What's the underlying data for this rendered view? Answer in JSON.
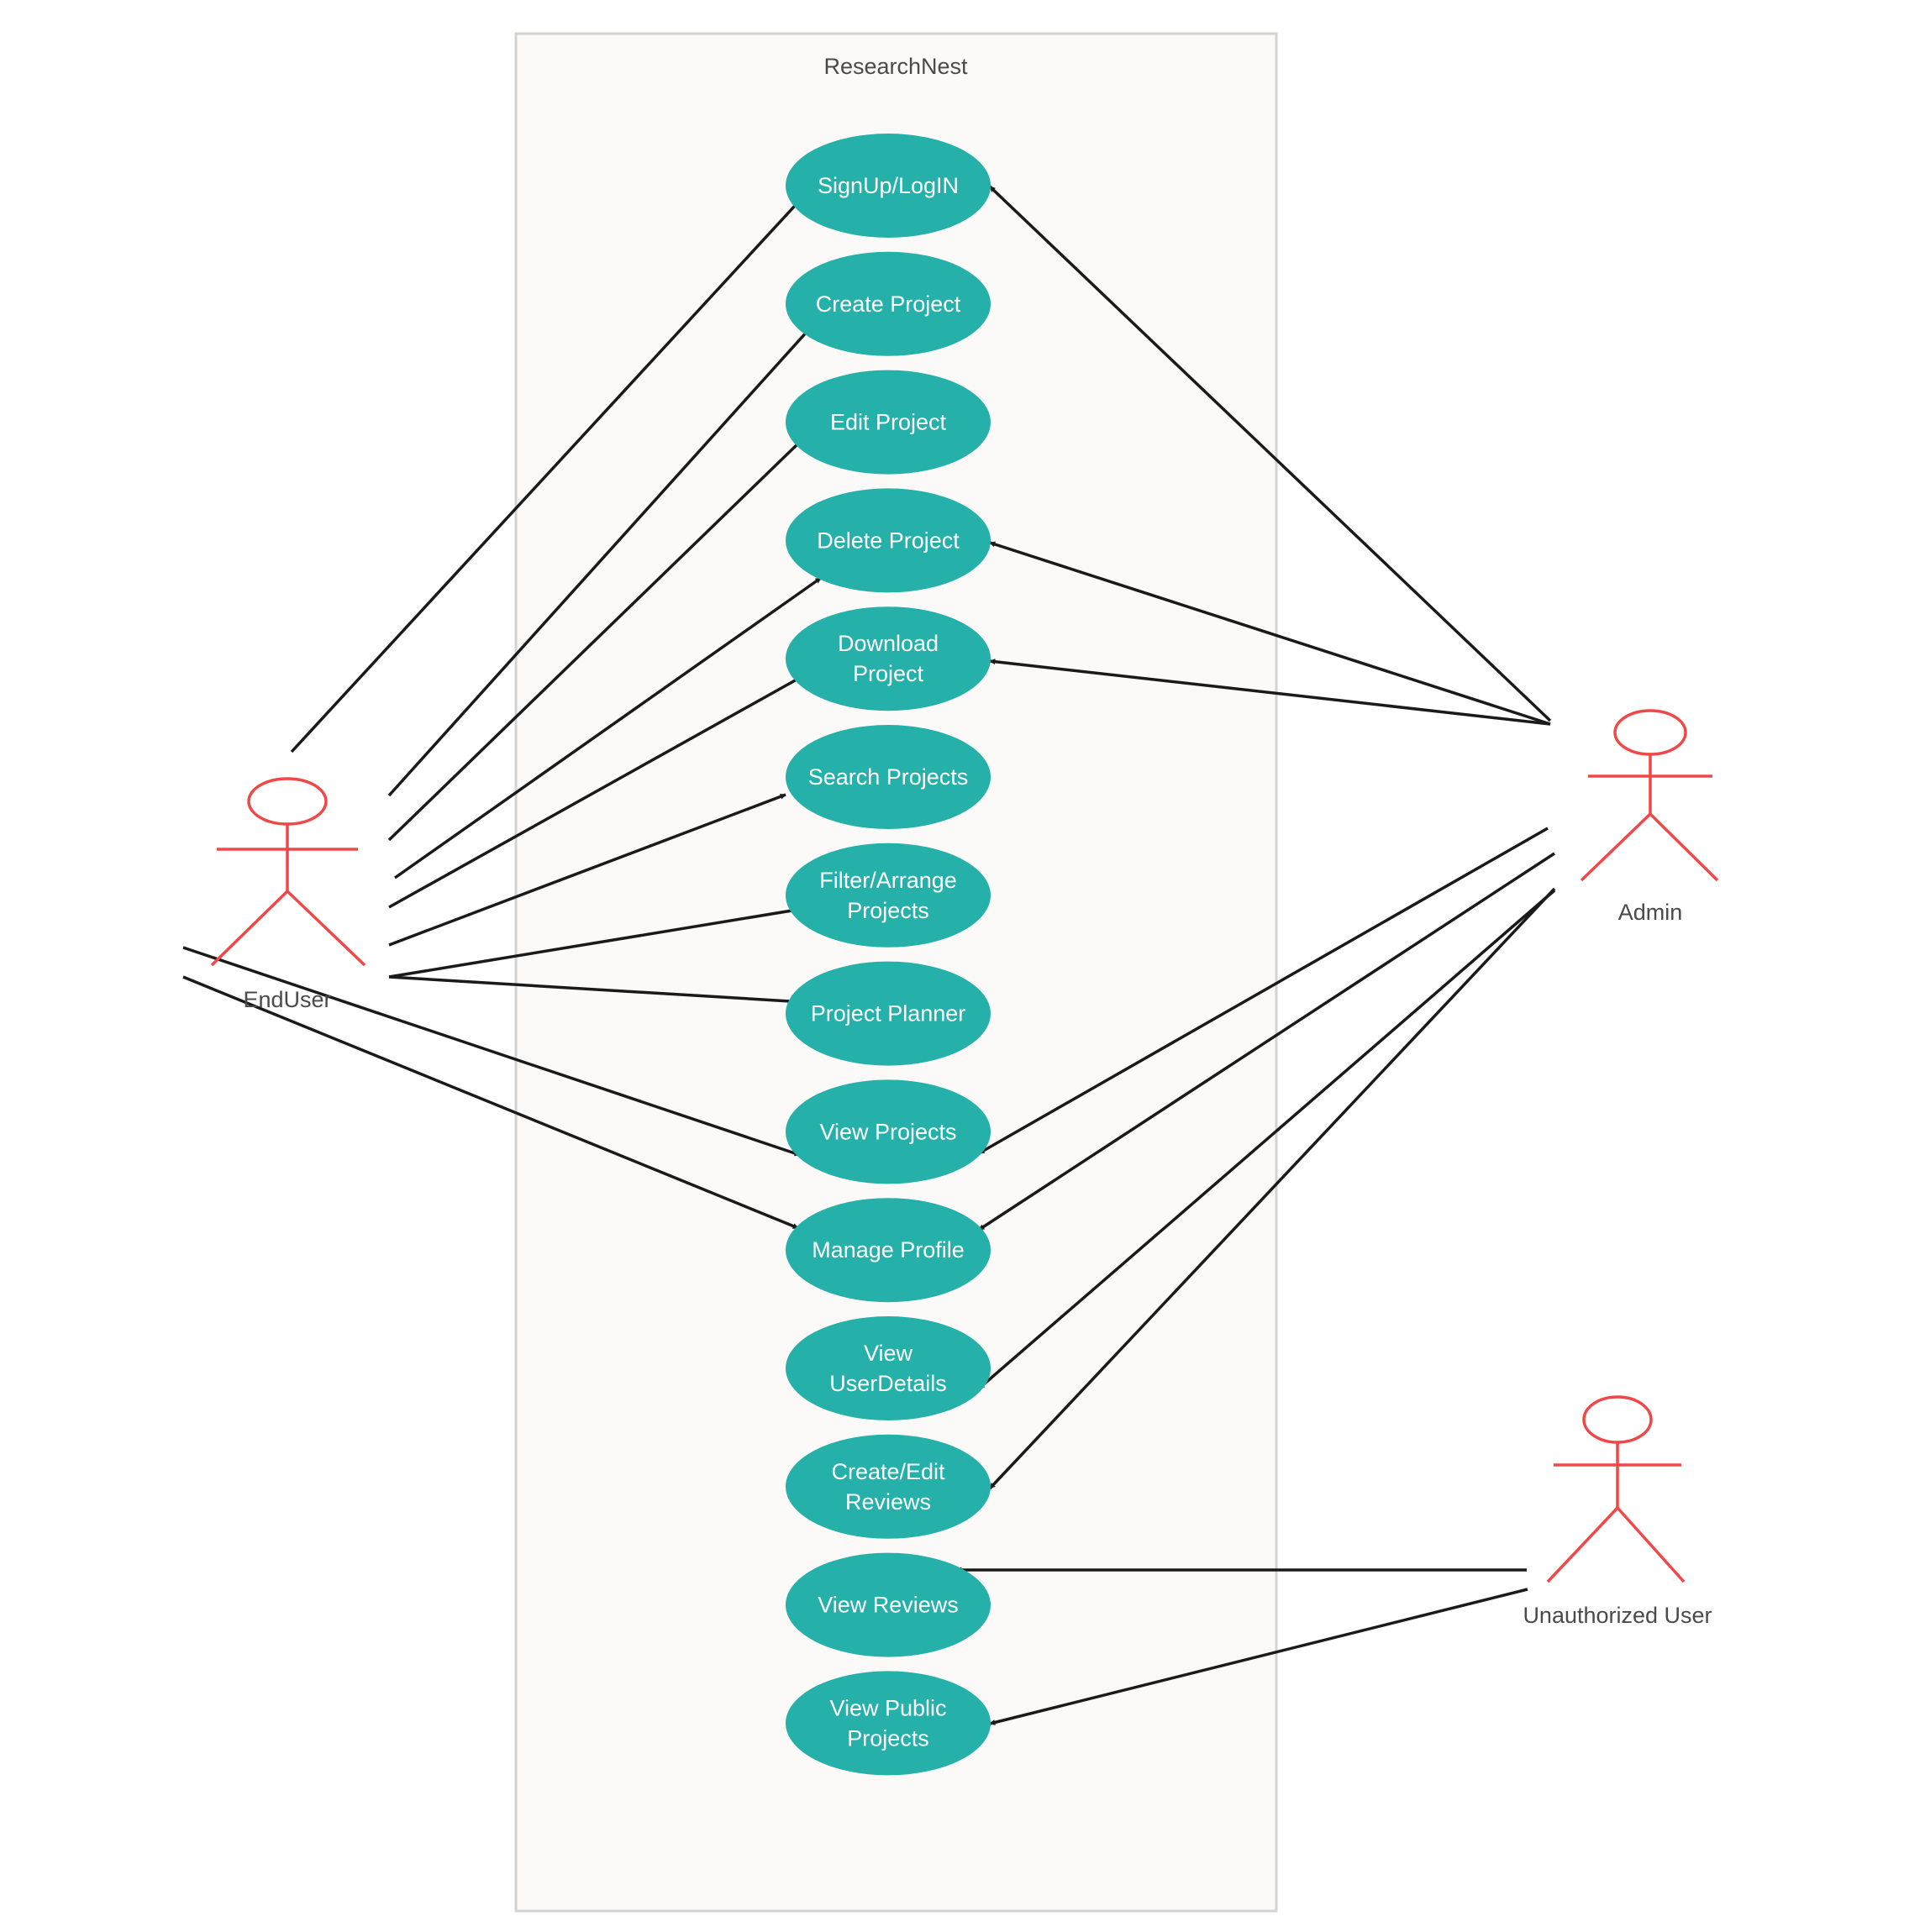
{
  "system": {
    "title": "ResearchNest"
  },
  "use_cases": [
    {
      "id": "signup",
      "lines": [
        "SignUp/LogIN"
      ]
    },
    {
      "id": "create_project",
      "lines": [
        "Create Project"
      ]
    },
    {
      "id": "edit_project",
      "lines": [
        "Edit Project"
      ]
    },
    {
      "id": "delete_project",
      "lines": [
        "Delete Project"
      ]
    },
    {
      "id": "download_project",
      "lines": [
        "Download",
        "Project"
      ]
    },
    {
      "id": "search_projects",
      "lines": [
        "Search Projects"
      ]
    },
    {
      "id": "filter_arrange",
      "lines": [
        "Filter/Arrange",
        "Projects"
      ]
    },
    {
      "id": "project_planner",
      "lines": [
        "Project Planner"
      ]
    },
    {
      "id": "view_projects",
      "lines": [
        "View Projects"
      ]
    },
    {
      "id": "manage_profile",
      "lines": [
        "Manage Profile"
      ]
    },
    {
      "id": "view_userdetails",
      "lines": [
        "View",
        "UserDetails"
      ]
    },
    {
      "id": "create_edit_reviews",
      "lines": [
        "Create/Edit",
        "Reviews"
      ]
    },
    {
      "id": "view_reviews",
      "lines": [
        "View Reviews"
      ]
    },
    {
      "id": "view_public_projects",
      "lines": [
        "View Public",
        "Projects"
      ]
    }
  ],
  "actors": [
    {
      "id": "enduser",
      "label": "EndUser"
    },
    {
      "id": "admin",
      "label": "Admin"
    },
    {
      "id": "unauth",
      "label": "Unauthorized User"
    }
  ],
  "associations": [
    {
      "from": "enduser",
      "to": "signup"
    },
    {
      "from": "enduser",
      "to": "create_project"
    },
    {
      "from": "enduser",
      "to": "edit_project"
    },
    {
      "from": "enduser",
      "to": "delete_project"
    },
    {
      "from": "enduser",
      "to": "download_project"
    },
    {
      "from": "enduser",
      "to": "search_projects"
    },
    {
      "from": "enduser",
      "to": "filter_arrange"
    },
    {
      "from": "enduser",
      "to": "project_planner"
    },
    {
      "from": "enduser",
      "to": "view_projects"
    },
    {
      "from": "enduser",
      "to": "manage_profile"
    },
    {
      "from": "admin",
      "to": "signup"
    },
    {
      "from": "admin",
      "to": "delete_project"
    },
    {
      "from": "admin",
      "to": "download_project"
    },
    {
      "from": "admin",
      "to": "view_projects"
    },
    {
      "from": "admin",
      "to": "manage_profile"
    },
    {
      "from": "admin",
      "to": "view_userdetails"
    },
    {
      "from": "admin",
      "to": "create_edit_reviews"
    },
    {
      "from": "unauth",
      "to": "view_reviews"
    },
    {
      "from": "unauth",
      "to": "view_public_projects"
    }
  ],
  "colors": {
    "usecase_fill": "#25b0aa",
    "actor_stroke": "#f04848",
    "arrow": "#1a1a1a",
    "boundary_fill": "#fbfaf9",
    "boundary_stroke": "#d3d3d3"
  }
}
